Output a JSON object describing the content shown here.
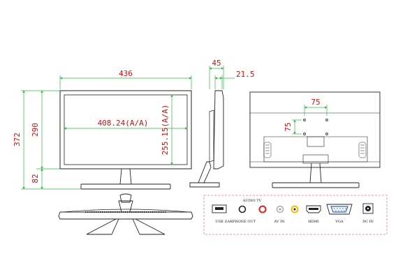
{
  "dimensions": {
    "overall_width": "436",
    "overall_height": "372",
    "panel_height": "290",
    "stand_height": "82",
    "viewable_width": "408.24(A/A)",
    "viewable_height": "255.15(A/A)",
    "side_depth": "45",
    "panel_depth": "21.5",
    "vesa_horizontal": "75",
    "vesa_vertical": "75"
  },
  "ports": {
    "audio_tv": "AUDIO TV",
    "usb": "USB",
    "earphone_out": "EARPHONE OUT",
    "av_in": "AV IN",
    "hdmi": "HDMI",
    "vga": "VGA",
    "dc_in": "DC IN"
  },
  "colors": {
    "line": "#222222",
    "dimension": "#d01010",
    "extension": "#2db84a",
    "port_box": "#e070c0",
    "av_red": "#e02020",
    "av_yellow": "#f0c000"
  }
}
